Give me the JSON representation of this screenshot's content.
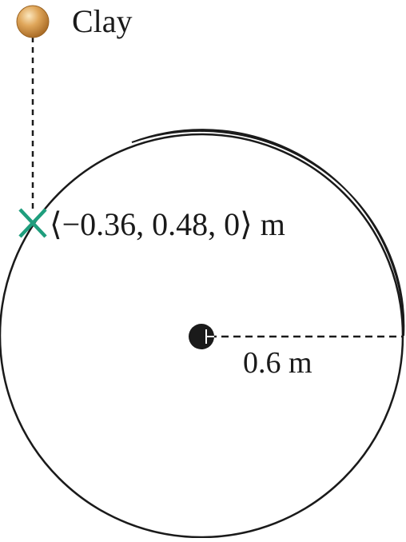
{
  "diagram": {
    "clay_label": "Clay",
    "impact_point_label": "⟨−0.36, 0.48, 0⟩ m",
    "radius_label": "0.6 m",
    "impact_marker_icon": "x-mark-icon",
    "colors": {
      "outline": "#1a1a1a",
      "rim_shading": "#7f7f7f",
      "clay_ball": "#d9a153",
      "impact_marker": "#1f9e7d"
    }
  }
}
